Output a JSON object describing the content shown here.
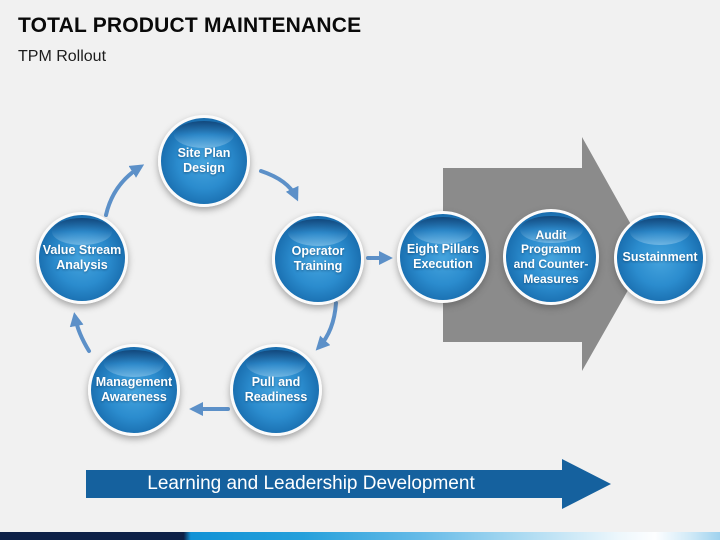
{
  "slide": {
    "title": "TOTAL PRODUCT MAINTENANCE",
    "subtitle": "TPM Rollout"
  },
  "cycle": {
    "nodes": [
      {
        "label": "Site Plan Design"
      },
      {
        "label": "Value Stream Analysis"
      },
      {
        "label": "Management Awareness"
      },
      {
        "label": "Pull and Readiness"
      },
      {
        "label": "Operator Training"
      }
    ]
  },
  "flow": {
    "nodes": [
      {
        "label": "Eight Pillars Execution"
      },
      {
        "label": "Audit Programm and Counter-Measures"
      },
      {
        "label": "Sustainment"
      }
    ]
  },
  "banner": {
    "label": "Learning and Leadership Development"
  },
  "colors": {
    "background": "#F1F1F1",
    "sphere_center_blue": "#45A4DE",
    "sphere_edge_blue": "#0B5296",
    "cycle_arrow_blue": "#5C90C8",
    "flow_arrow_gray": "#8B8B8B",
    "banner_blue": "#15619E",
    "footer_navy": "#0D2047",
    "footer_cyan": "#1F9CDA"
  }
}
